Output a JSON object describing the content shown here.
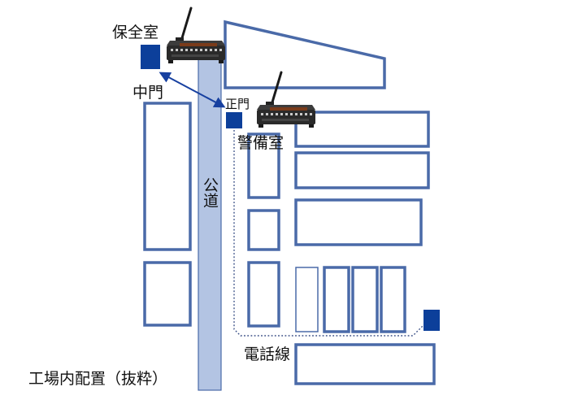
{
  "labels": {
    "security_room": "保全室",
    "middle_gate": "中門",
    "main_gate": "正門",
    "guard_room": "警備室",
    "public_road": "公道",
    "phone_line": "電話線",
    "caption": "工場内配置（抜粋）"
  },
  "colors": {
    "building_outline": "#4a6aa8",
    "room_fill": "#0c3f9a",
    "road_fill": "#b3c4e3",
    "device_body": "#2a2a2a"
  }
}
